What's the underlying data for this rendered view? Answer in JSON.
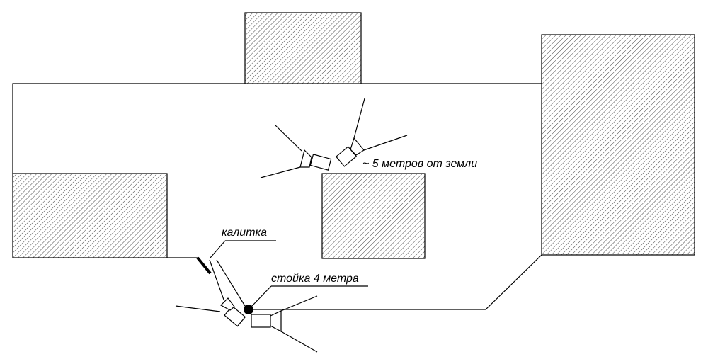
{
  "labels": {
    "gate": "калитка",
    "pole": "стойка 4 метра",
    "height": "~ 5 метров от земли"
  }
}
